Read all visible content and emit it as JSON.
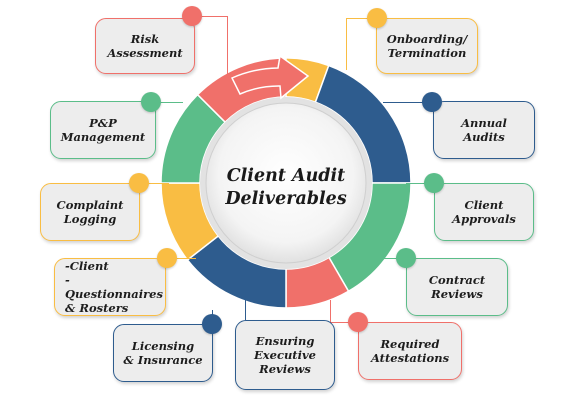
{
  "center": {
    "title": "Client Audit\nDeliverables"
  },
  "colors": {
    "red": "#f0706a",
    "orange": "#f9bd43",
    "blue": "#2e5c8e",
    "green": "#5bbd89",
    "box_fill": "#ededed"
  },
  "items": [
    {
      "key": "risk",
      "label": "Risk\nAssessment",
      "color": "#f0706a",
      "dot_icon": "red-circle"
    },
    {
      "key": "onboarding",
      "label": "Onboarding/\nTermination",
      "color": "#f9bd43",
      "dot_icon": "orange-circle"
    },
    {
      "key": "pp",
      "label": "P&P\nManagement",
      "color": "#5bbd89",
      "dot_icon": "green-circle"
    },
    {
      "key": "annual",
      "label": "Annual\nAudits",
      "color": "#2e5c8e",
      "dot_icon": "blue-circle"
    },
    {
      "key": "complaint",
      "label": "Complaint\nLogging",
      "color": "#f9bd43",
      "dot_icon": "orange-circle"
    },
    {
      "key": "approvals",
      "label": "Client\nApprovals",
      "color": "#5bbd89",
      "dot_icon": "green-circle"
    },
    {
      "key": "questionnaires",
      "label": "-Client\n-Questionnaires\n& Rosters",
      "color": "#f9bd43",
      "dot_icon": "orange-circle"
    },
    {
      "key": "contract",
      "label": "Contract\nReviews",
      "color": "#5bbd89",
      "dot_icon": "green-circle"
    },
    {
      "key": "licensing",
      "label": "Licensing\n& Insurance",
      "color": "#2e5c8e",
      "dot_icon": "blue-circle"
    },
    {
      "key": "executive",
      "label": "Ensuring\nExecutive\nReviews",
      "color": "#2e5c8e",
      "dot_icon": "blue-circle"
    },
    {
      "key": "attestations",
      "label": "Required\nAttestations",
      "color": "#f0706a",
      "dot_icon": "red-circle"
    }
  ]
}
